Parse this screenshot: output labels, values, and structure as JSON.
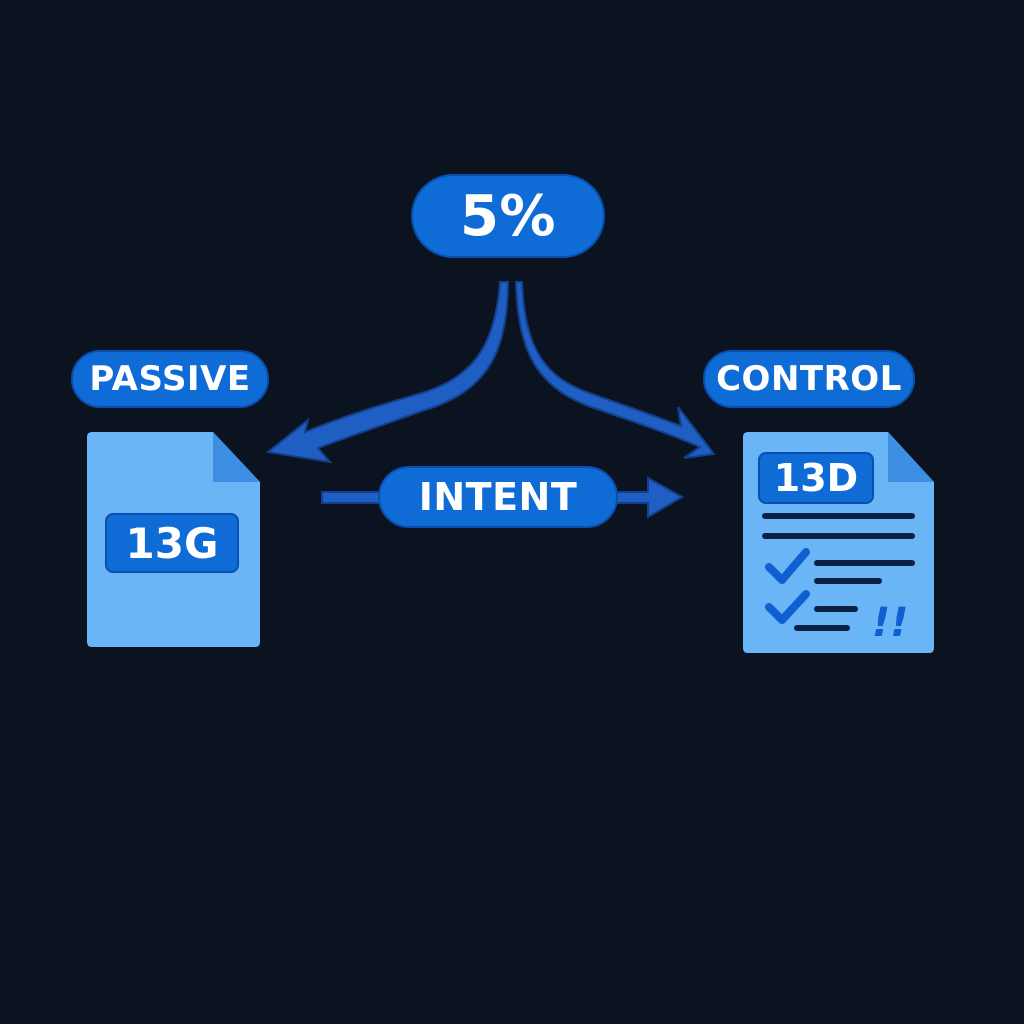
{
  "top_badge": {
    "text": "5%"
  },
  "left": {
    "label": "PASSIVE",
    "document": "13G"
  },
  "right": {
    "label": "CONTROL",
    "document": "13D",
    "marks": "!!"
  },
  "middle": {
    "label": "INTENT"
  },
  "colors": {
    "background": "#0c1320",
    "pill": "#0f6bd6",
    "arrow": "#1f5fc4",
    "document": "#6ab5f5",
    "document_fold": "#3e8fe3",
    "lines": "#0d2147"
  },
  "icons": [
    "document-icon",
    "checkmark-icon",
    "arrow-icon"
  ]
}
